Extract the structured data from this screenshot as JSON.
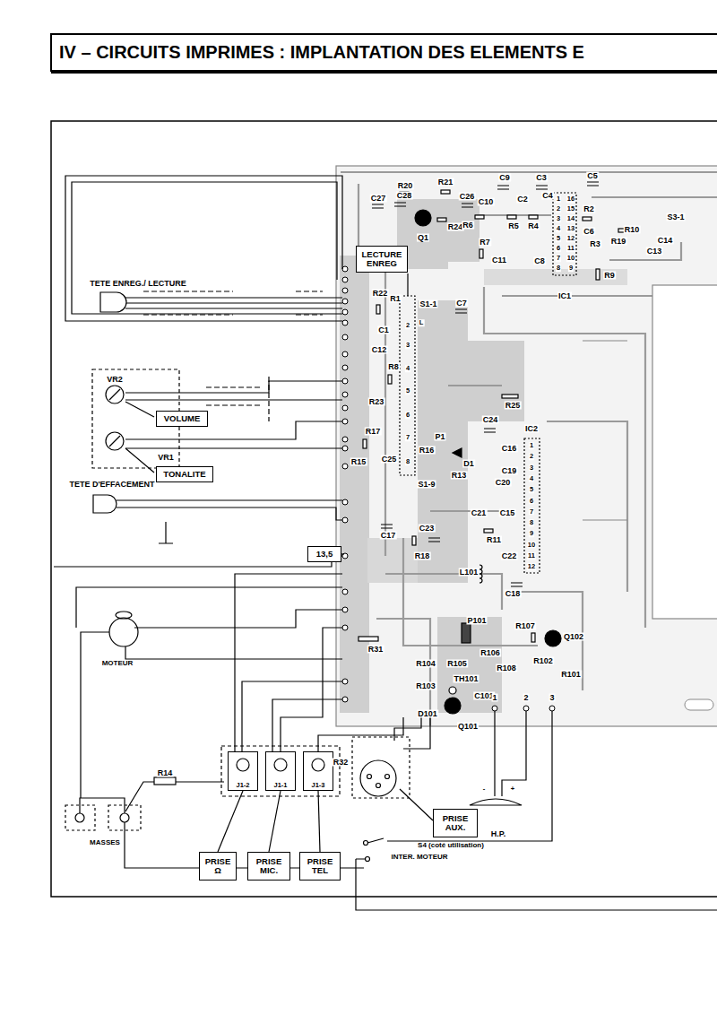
{
  "diagram": {
    "title": "IV – CIRCUITS IMPRIMES : IMPLANTATION DES ELEMENTS E",
    "nodes": [
      {
        "text": [
          "LECTURE ENREG"
        ]
      },
      {
        "text": [
          "VOLUME"
        ]
      },
      {
        "text": [
          "TONALITE"
        ]
      },
      {
        "text": [
          "13,5"
        ]
      },
      {
        "text": [
          "J1-2"
        ]
      },
      {
        "text": [
          "J1-1"
        ]
      },
      {
        "text": [
          "J1-3"
        ]
      },
      {
        "text": [
          "PRISE Ω"
        ]
      },
      {
        "text": [
          "PRISE MIC."
        ]
      },
      {
        "text": [
          "PRISE TEL"
        ]
      },
      {
        "text": [
          "PRISE AUX."
        ]
      }
    ],
    "edges": [
      {
        "from": 7,
        "to": 4,
        "arrow": "none"
      },
      {
        "from": 8,
        "to": 5,
        "arrow": "none"
      },
      {
        "from": 9,
        "to": 6,
        "arrow": "none"
      }
    ],
    "labels": [
      "R20",
      "R21",
      "C9",
      "C3",
      "C5",
      "C27",
      "C28",
      "C26",
      "R24",
      "Q1",
      "C10",
      "C2",
      "C4",
      "R6",
      "R5",
      "R4",
      "R2",
      "R10",
      "S3-1",
      "C14",
      "R7",
      "C6",
      "R3",
      "R19",
      "C11",
      "C8",
      "C13",
      "IC1",
      "R9",
      "TETE ENREG./ LECTURE",
      "R22",
      "R1",
      "S1-1",
      "C1",
      "C7",
      "C12",
      "R8",
      "R23",
      "VR2",
      "R25",
      "C24",
      "R17",
      "R15",
      "P1",
      "D1",
      "VR1",
      "C25",
      "R16",
      "R13",
      "S1-9",
      "C16",
      "IC2",
      "C19",
      "C20",
      "TETE D'EFFACEMENT",
      "C21",
      "C15",
      "C17",
      "C23",
      "R11",
      "R18",
      "C22",
      "C18",
      "L101",
      "MOTEUR",
      "P101",
      "R107",
      "Q102",
      "R106",
      "R104",
      "R105",
      "R108",
      "R102",
      "R101",
      "R103",
      "TH101",
      "C101",
      "D101",
      "Q101",
      "1",
      "2",
      "3",
      "H.P.",
      "R31",
      "R14",
      "MASSES",
      "R32",
      "S4 (coté utilisation)",
      "INTER. MOTEUR",
      "2",
      "3",
      "4",
      "5",
      "6",
      "7",
      "8",
      "L",
      "1",
      "2",
      "3",
      "4",
      "5",
      "6",
      "7",
      "8",
      "9",
      "10",
      "11",
      "12",
      "1",
      "2",
      "3",
      "4",
      "5",
      "6",
      "7",
      "8",
      "16",
      "15",
      "14",
      "13",
      "12",
      "11",
      "10",
      "9",
      "-",
      "+"
    ]
  }
}
